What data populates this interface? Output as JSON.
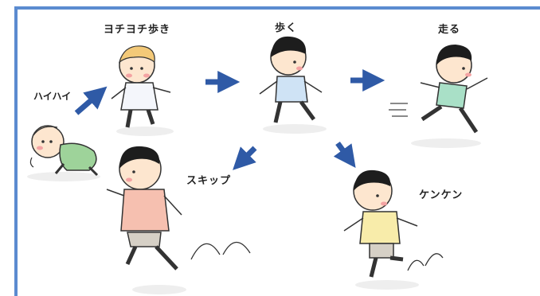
{
  "labels": {
    "haihai": "ハイハイ",
    "yochiyochi": "ヨチヨチ歩き",
    "aruku": "歩く",
    "hashiru": "走る",
    "skip": "スキップ",
    "kenken": "ケンケン"
  },
  "colors": {
    "frame": "#5b8bd0",
    "arrow": "#2f5aa6",
    "skin": "#fde6cf",
    "hair": "#1d1d1d",
    "baby_hair": "#f3c978",
    "cheek": "#f4a3a3"
  }
}
